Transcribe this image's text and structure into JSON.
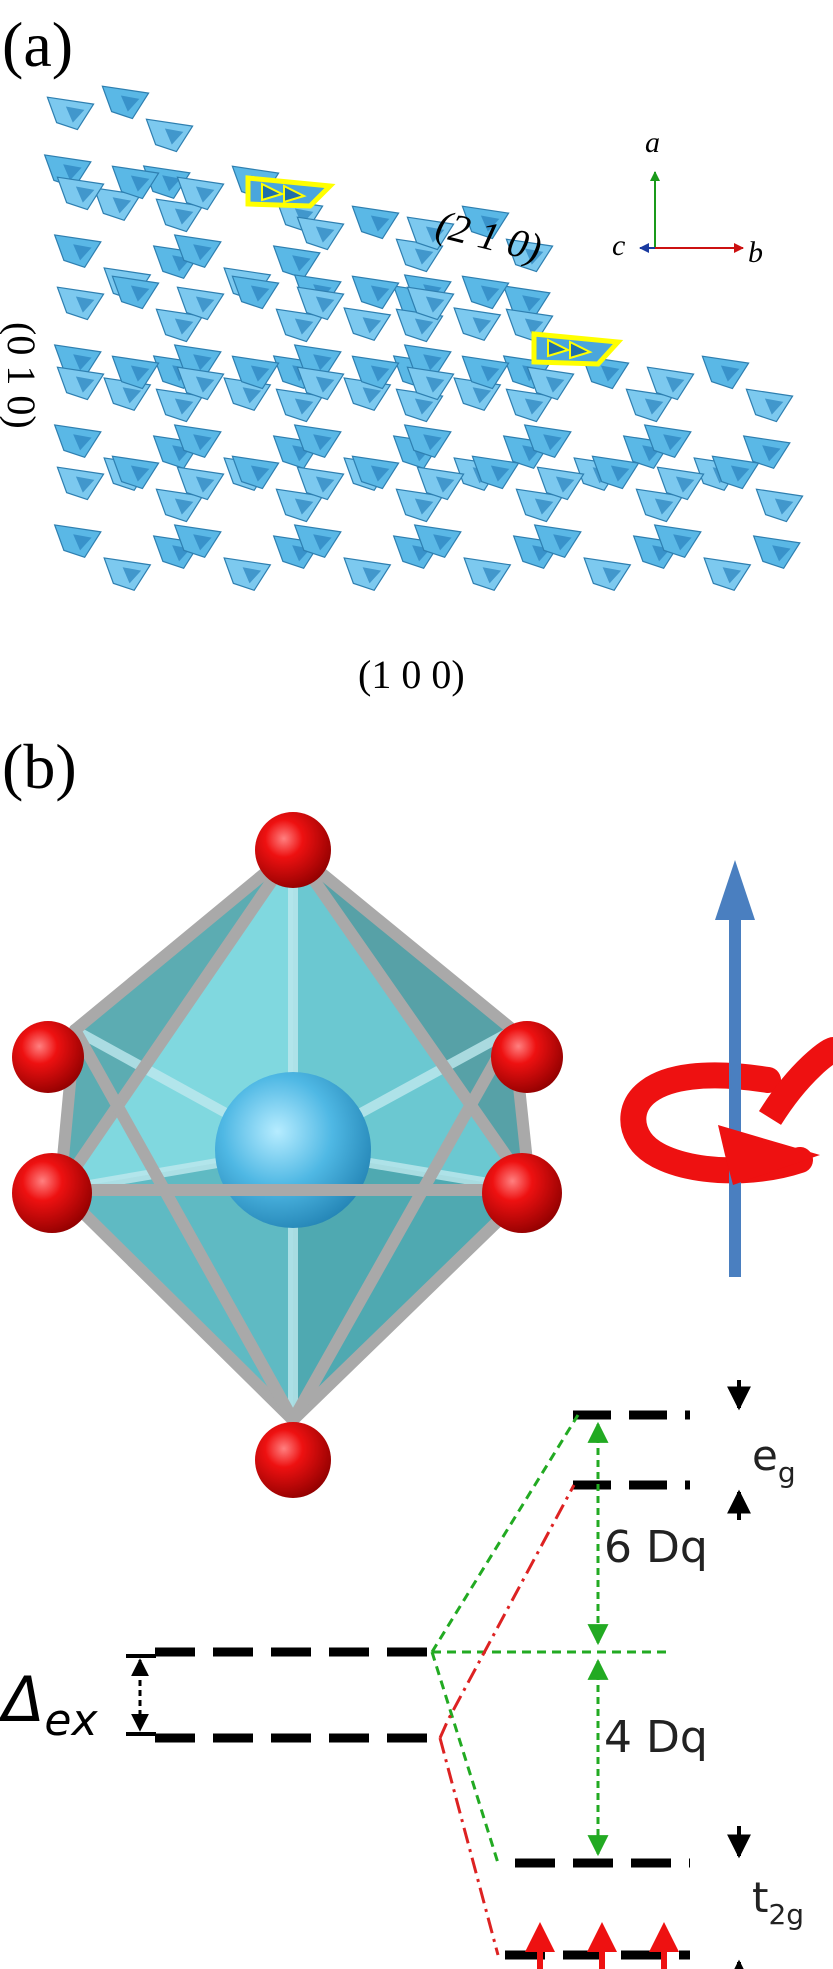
{
  "panel_a": {
    "label": "(a)",
    "facet_210": "(2 1 0)",
    "facet_010": "(0 1 0)",
    "facet_100": "(1 0 0)",
    "axes": {
      "a": "a",
      "b": "b",
      "c": "c"
    }
  },
  "panel_b": {
    "label": "(b)",
    "delta_symbol": "Δ",
    "delta_sub": "ex",
    "six_dq": "6 Dq",
    "four_dq": "4 Dq",
    "eg_main": "e",
    "eg_sub": "g",
    "t2g_main": "t",
    "t2g_sub": "2g"
  },
  "colors": {
    "polyhedra": "#5ab8e6",
    "polyhedra_dark": "#2e7fb0",
    "highlight": "#ffff00",
    "oxygen": "#e00000",
    "octahedron": "#7fd8e0",
    "bond": "#a9a9a9",
    "spin_arrow": "#4a7fc0",
    "rotation": "#ee1111",
    "green": "#22aa22",
    "red_dash": "#dd2222"
  }
}
